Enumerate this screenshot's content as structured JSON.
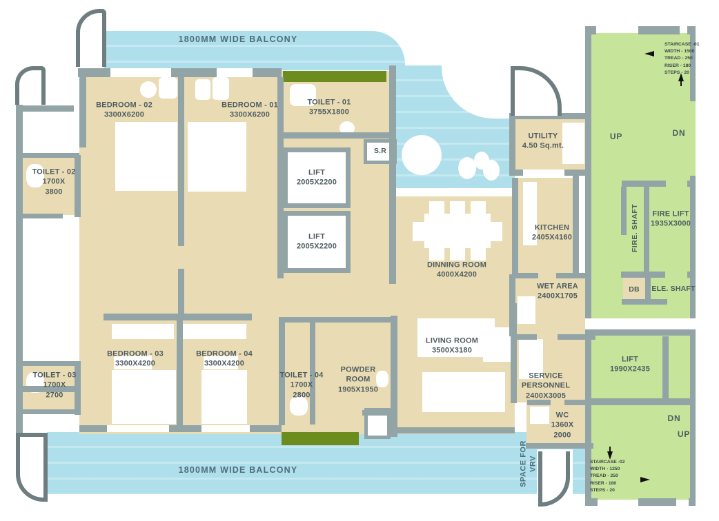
{
  "colors": {
    "floor": "#e9dcb4",
    "water": "#aedfeb",
    "staircase_green": "#c7e49b",
    "planter_olive": "#6d8c1e",
    "wall_gray": "#93a4a6",
    "text": "#4e5c60"
  },
  "plan": {
    "balcony_top": "1800MM WIDE BALCONY",
    "balcony_bottom": "1800MM WIDE BALCONY",
    "space_for_vrv": "SPACE FOR\nVRV"
  },
  "rooms": {
    "bedroom_02": "BEDROOM - 02\n3300X6200",
    "bedroom_01": "BEDROOM - 01\n3300X6200",
    "bedroom_03": "BEDROOM - 03\n3300X4200",
    "bedroom_04": "BEDROOM - 04\n3300X4200",
    "toilet_01": "TOILET - 01\n3755X1800",
    "toilet_02": "TOILET - 02\n1700X\n3800",
    "toilet_03": "TOILET - 03\n1700X\n2700",
    "toilet_04": "TOILET - 04\n1700X\n2800",
    "powder_room": "POWDER\nROOM\n1905X1950",
    "utility": "UTILITY\n4.50 Sq.mt.",
    "kitchen": "KITCHEN\n2405X4160",
    "dining_room": "DINNING ROOM\n4000X4200",
    "wet_area": "WET AREA\n2400X1705",
    "living_room": "LIVING ROOM\n3500X3180",
    "service_personnel": "SERVICE\nPERSONNEL\n2400X3005",
    "wc": "WC\n1360X\n2000",
    "sr": "S.R"
  },
  "core": {
    "lift_1": "LIFT\n2005X2200",
    "lift_2": "LIFT\n2005X2200",
    "lift_3": "LIFT\n1990X2435",
    "fire_lift": "FIRE LIFT\n1935X3000",
    "fire_shaft": "FIRE. SHAFT",
    "ele_shaft": "ELE. SHAFT",
    "db": "DB"
  },
  "staircase_01": {
    "up": "UP",
    "dn": "DN",
    "info": "STAIRCASE -01\nWIDTH - 1500\nTREAD - 250\nRISER - 180\nSTEPS - 20"
  },
  "staircase_02": {
    "dn": "DN",
    "up": "UP",
    "info": "STAIRCASE -02\nWIDTH - 1250\nTREAD - 250\nRISER - 180\nSTEPS - 20"
  }
}
